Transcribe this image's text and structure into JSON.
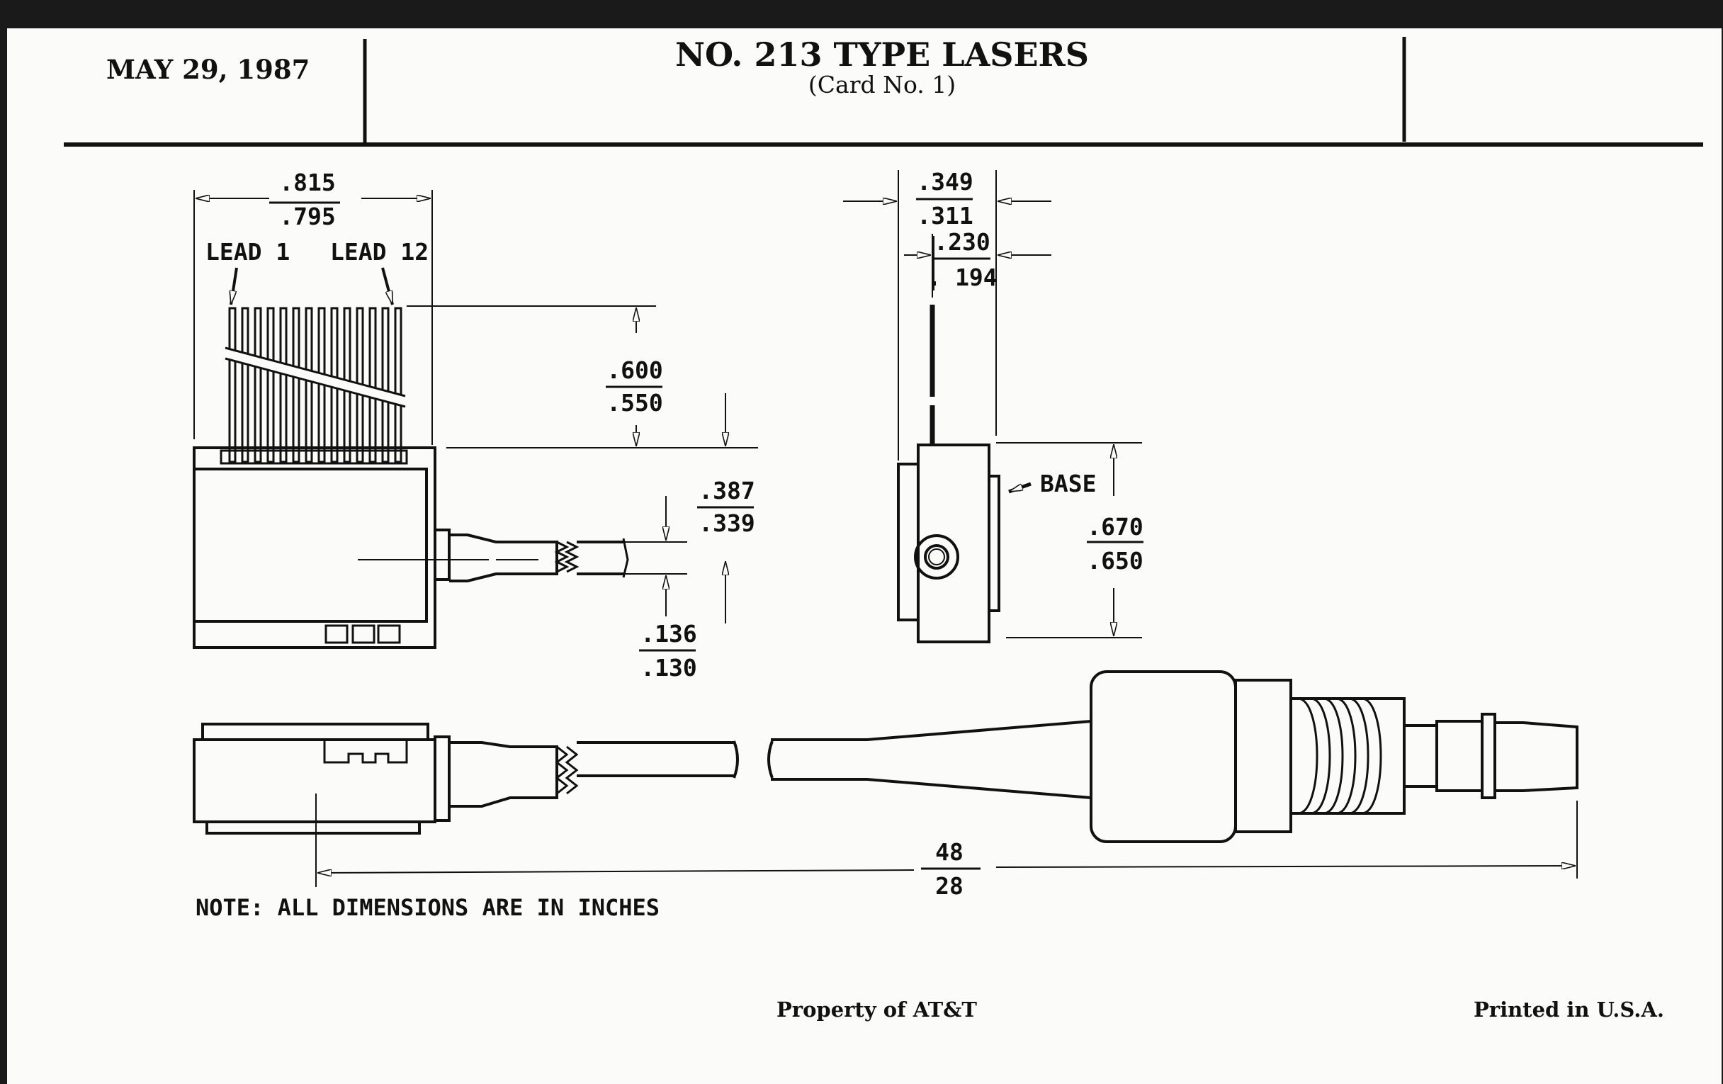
{
  "header": {
    "date": "MAY 29, 1987",
    "title": "NO. 213 TYPE LASERS",
    "subtitle": "(Card No. 1)"
  },
  "labels": {
    "lead_1": "LEAD 1",
    "lead_12": "LEAD 12",
    "base": "BASE",
    "note": "NOTE: ALL DIMENSIONS ARE IN INCHES"
  },
  "dimensions": {
    "width_max": ".815",
    "width_min": ".795",
    "lead_length_max": ".600",
    "lead_length_min": ".550",
    "offset_max": ".387",
    "offset_min": ".339",
    "fiber_max": ".136",
    "fiber_min": ".130",
    "depth_max": ".349",
    "depth_min": ".311",
    "inner_max": ".230",
    "inner_min": ". 194",
    "height_max": ".670",
    "height_min": ".650",
    "fiber_length_max": "48",
    "fiber_length_min": "28"
  },
  "footer": {
    "left": "Property of AT&T",
    "right": "Printed in U.S.A."
  }
}
